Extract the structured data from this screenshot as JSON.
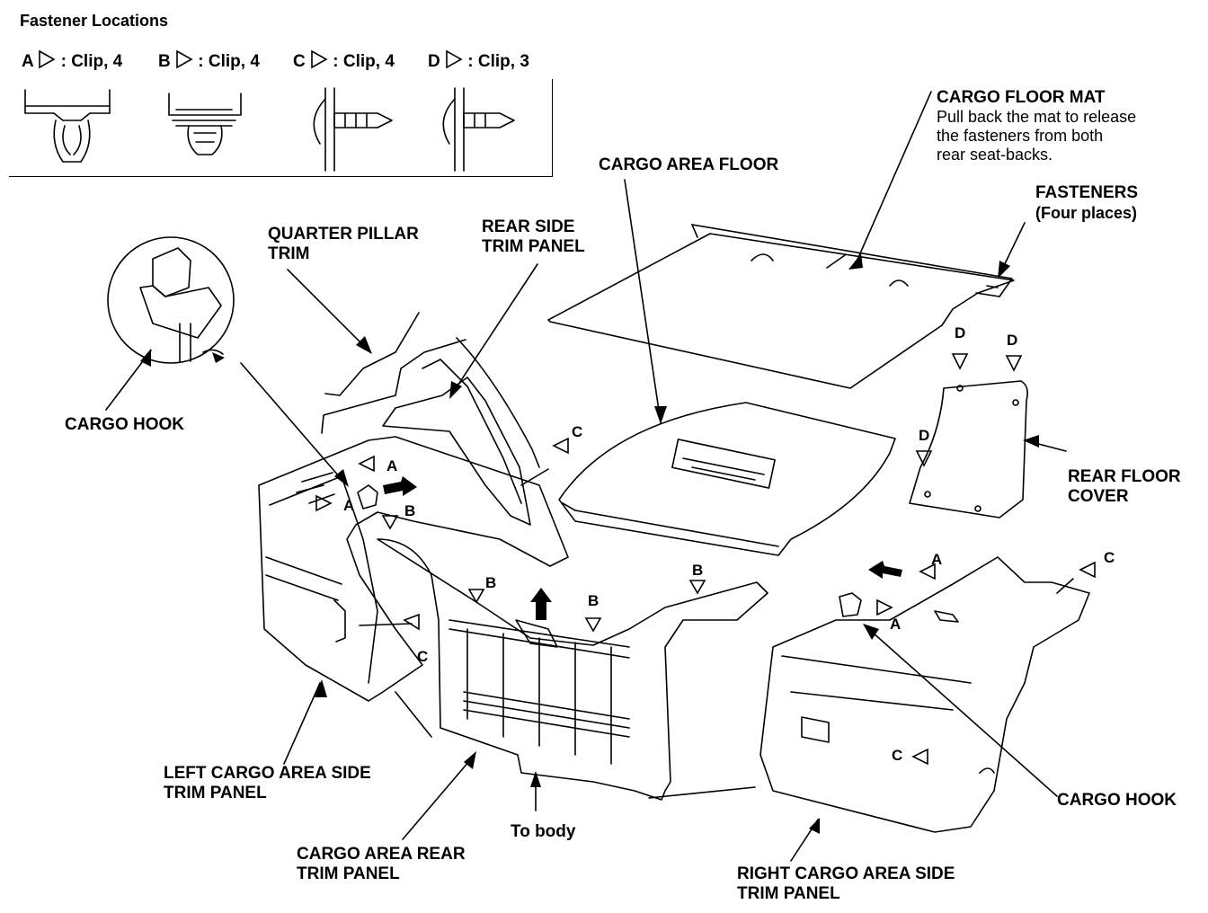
{
  "title": "Fastener Locations",
  "legend": [
    {
      "letter": "A",
      "text": ": Clip, 4"
    },
    {
      "letter": "B",
      "text": ": Clip, 4"
    },
    {
      "letter": "C",
      "text": ": Clip, 4"
    },
    {
      "letter": "D",
      "text": ": Clip, 3"
    }
  ],
  "labels": {
    "cargo_floor_mat": "CARGO FLOOR MAT",
    "cargo_floor_mat_note": "Pull back the mat to release\nthe fasteners from both\nrear seat-backs.",
    "cargo_area_floor": "CARGO AREA FLOOR",
    "fasteners": "FASTENERS",
    "fasteners_note": "(Four places)",
    "quarter_pillar_trim": "QUARTER PILLAR\nTRIM",
    "rear_side_trim_panel": "REAR SIDE\nTRIM PANEL",
    "cargo_hook_left": "CARGO HOOK",
    "rear_floor_cover": "REAR FLOOR\nCOVER",
    "left_cargo_area_side_trim_panel": "LEFT CARGO AREA SIDE\nTRIM PANEL",
    "cargo_area_rear_trim_panel": "CARGO AREA REAR\nTRIM PANEL",
    "to_body": "To body",
    "right_cargo_area_side_trim_panel": "RIGHT CARGO AREA SIDE\nTRIM PANEL",
    "cargo_hook_right": "CARGO HOOK"
  },
  "callouts": {
    "A": "A",
    "B": "B",
    "C": "C",
    "D": "D"
  }
}
